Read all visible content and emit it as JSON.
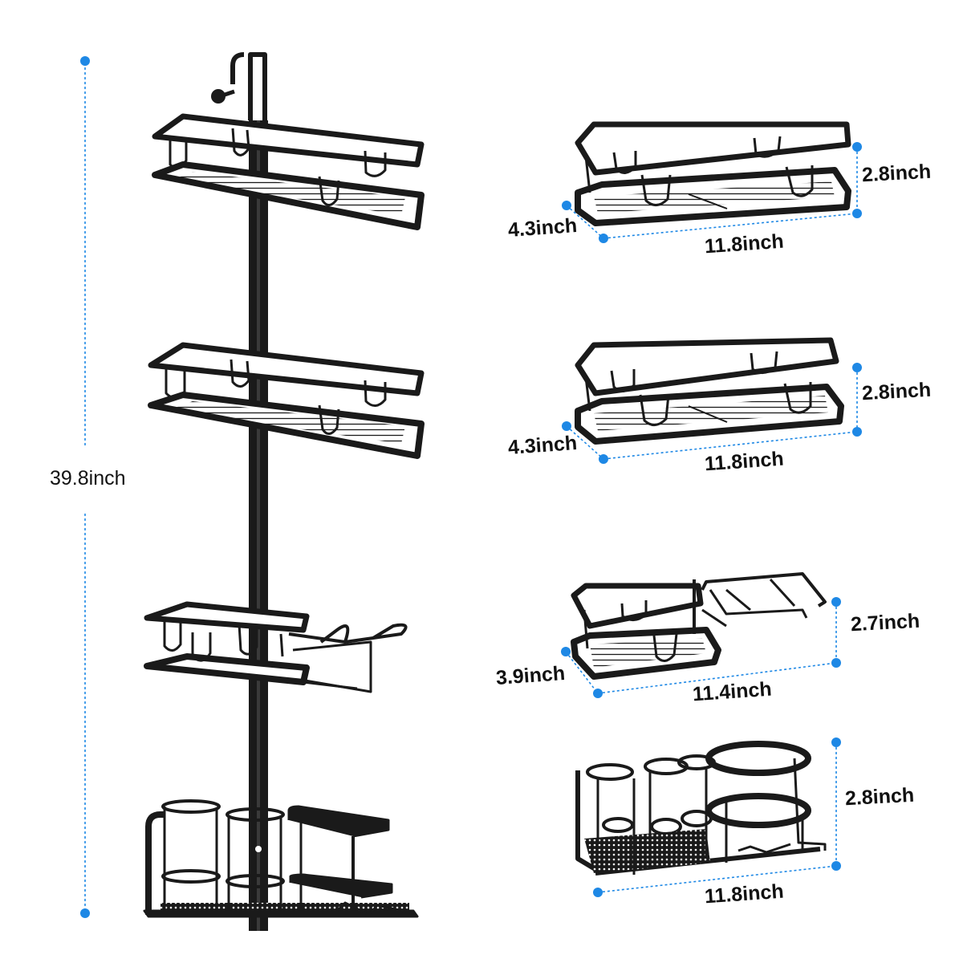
{
  "colors": {
    "background": "#ffffff",
    "product": "#1a1a1a",
    "dimension_line": "#1e88e5",
    "label": "#111111"
  },
  "overall": {
    "height_label": "39.8inch"
  },
  "modules": [
    {
      "name": "top-basket",
      "depth_label": "4.3inch",
      "width_label": "11.8inch",
      "height_label": "2.8inch"
    },
    {
      "name": "middle-basket",
      "depth_label": "4.3inch",
      "width_label": "11.8inch",
      "height_label": "2.8inch"
    },
    {
      "name": "tool-holder-basket",
      "depth_label": "3.9inch",
      "width_label": "11.4inch",
      "height_label": "2.7inch"
    },
    {
      "name": "bottom-organizer",
      "width_label": "11.8inch",
      "height_label": "2.8inch"
    }
  ]
}
